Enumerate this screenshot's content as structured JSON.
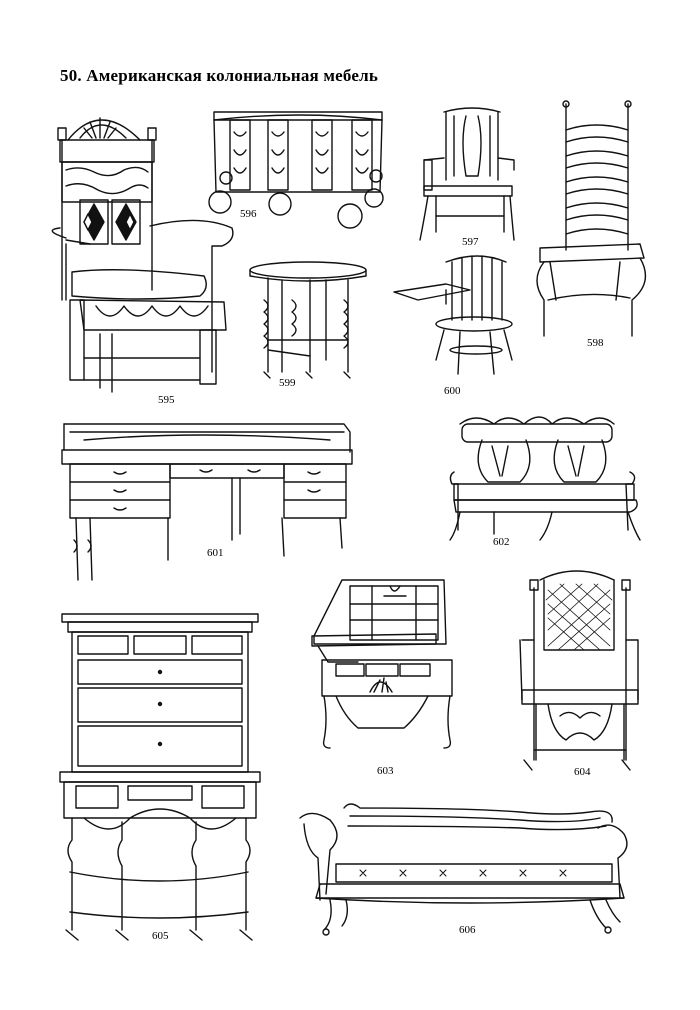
{
  "title": "50. Американская колониальная мебель",
  "labels": {
    "l595": "595",
    "l596": "596",
    "l597": "597",
    "l598": "598",
    "l599": "599",
    "l600": "600",
    "l601": "601",
    "l602": "602",
    "l603": "603",
    "l604": "604",
    "l605": "605",
    "l606": "606"
  }
}
